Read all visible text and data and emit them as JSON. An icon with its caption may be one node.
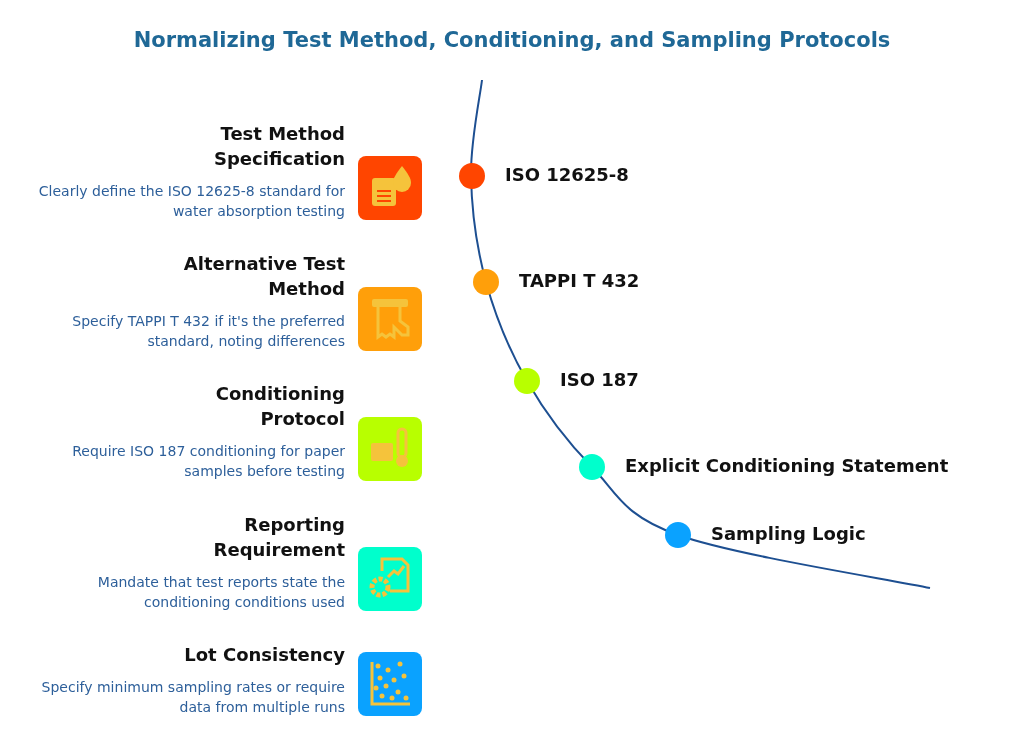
{
  "diagram": {
    "title": "Normalizing Test Method, Conditioning, and Sampling Protocols",
    "labels": [
      "Test Method Specification",
      "Clearly define the ISO 12625-8 standard for water absorption testing",
      "ISO 12625-8",
      "Alternative Test Method",
      "Specify TAPPI T 432 if it's the preferred standard, noting differences",
      "TAPPI T 432",
      "Conditioning Protocol",
      "Require ISO 187 conditioning for paper samples before testing",
      "ISO 187",
      "Reporting Requirement",
      "Mandate that test reports state the conditioning conditions used",
      "Explicit Conditioning Statement",
      "Lot Consistency",
      "Specify minimum sampling rates or require data from multiple runs",
      "Sampling Logic"
    ]
  }
}
